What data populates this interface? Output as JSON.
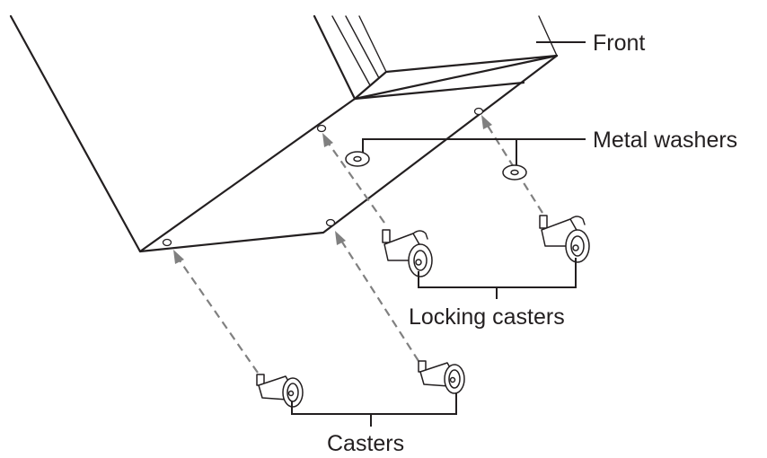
{
  "labels": {
    "front": "Front",
    "metal_washers": "Metal washers",
    "locking_casters": "Locking casters",
    "casters": "Casters"
  },
  "colors": {
    "line": "#231f20",
    "arrow": "#808080",
    "background": "#ffffff"
  }
}
